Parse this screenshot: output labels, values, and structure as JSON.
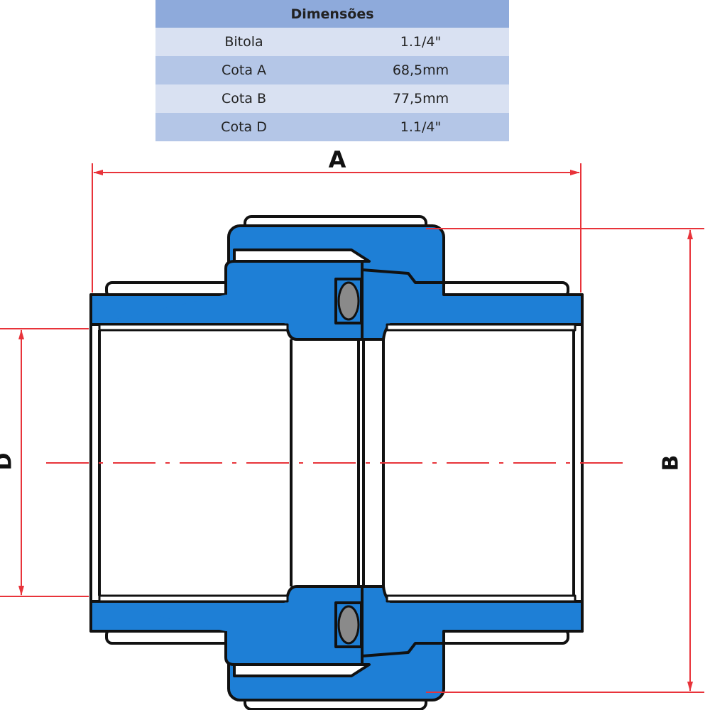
{
  "table": {
    "header": "Dimensões",
    "rows": [
      {
        "label": "Bitola",
        "value": "1.1/4\""
      },
      {
        "label": "Cota A",
        "value": "68,5mm"
      },
      {
        "label": "Cota B",
        "value": "77,5mm"
      },
      {
        "label": "Cota D",
        "value": "1.1/4\""
      }
    ]
  },
  "diagram": {
    "labels": {
      "a": "A",
      "b": "B",
      "d": "D"
    },
    "colors": {
      "body": "#1e7fd6",
      "dimension": "#e8333a",
      "oring": "#8a8a8a",
      "outline": "#111111"
    }
  }
}
